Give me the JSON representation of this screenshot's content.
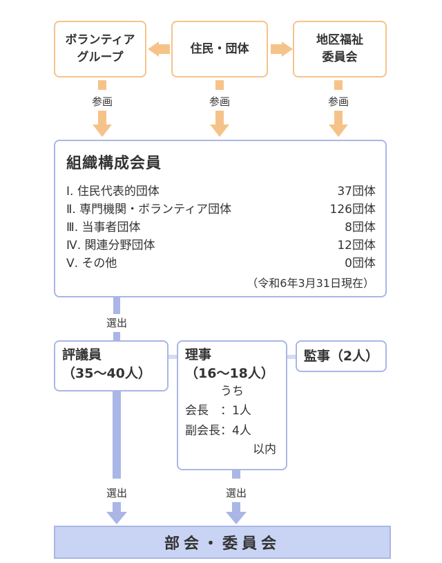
{
  "top": {
    "volunteer": "ボランティアグループ",
    "volunteer_l1": "ボランティア",
    "volunteer_l2": "グループ",
    "residents": "住民・団体",
    "welfare_l1": "地区福祉",
    "welfare_l2": "委員会"
  },
  "participation_label": "参画",
  "members": {
    "title": "組織構成会員",
    "rows": [
      {
        "label": "Ⅰ. 住民代表的団体",
        "count": "37団体"
      },
      {
        "label": "Ⅱ. 専門機関・ボランティア団体",
        "count": "126団体"
      },
      {
        "label": "Ⅲ. 当事者団体",
        "count": "8団体"
      },
      {
        "label": "Ⅳ. 関連分野団体",
        "count": "12団体"
      },
      {
        "label": "Ⅴ. その他",
        "count": "0団体"
      }
    ],
    "note": "（令和6年3月31日現在）"
  },
  "election_label": "選出",
  "councillors": {
    "title": "評議員",
    "count": "（35〜40人）"
  },
  "directors": {
    "title": "理事",
    "count": "（16〜18人）",
    "uchi": "うち",
    "chair": "会長　：1人",
    "vice": "副会長：4人",
    "within": "以内"
  },
  "auditors": {
    "title": "監事（2人）"
  },
  "bottom": "部会・委員会",
  "colors": {
    "orange": "#f5c38a",
    "blue": "#a9b6e6",
    "fill": "#c9d3f3"
  }
}
